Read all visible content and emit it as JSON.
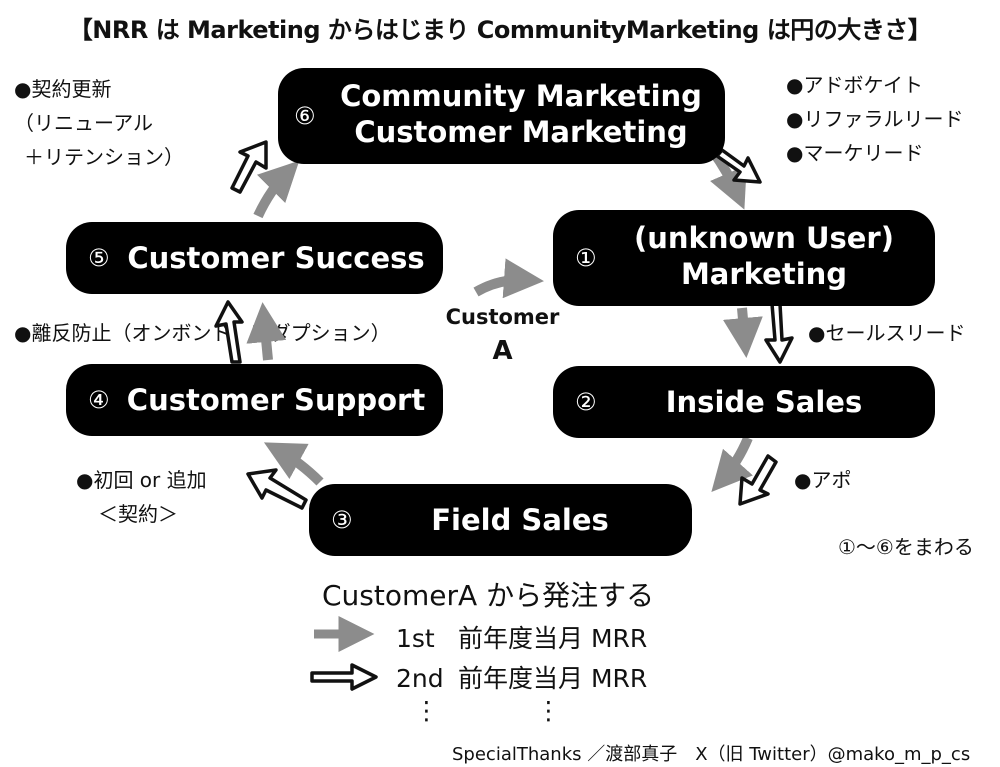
{
  "title": "【NRR は Marketing からはじまり CommunityMarketing は円の大きさ】",
  "nodes": {
    "n6": {
      "num": "⑥",
      "line1": "Community Marketing",
      "line2": "Customer Marketing"
    },
    "n1": {
      "num": "①",
      "line1": "(unknown User)",
      "line2": "Marketing"
    },
    "n2": {
      "num": "②",
      "label": "Inside Sales"
    },
    "n3": {
      "num": "③",
      "label": "Field Sales"
    },
    "n4": {
      "num": "④",
      "label": "Customer Support"
    },
    "n5": {
      "num": "⑤",
      "label": "Customer Success"
    }
  },
  "notes": {
    "renewal": [
      "●契約更新",
      "（リニューアル",
      "＋リテンション）"
    ],
    "advocate": [
      "●アドボケイト",
      "●リファラルリード",
      "●マーケリード"
    ],
    "sales_lead": "●セールスリード",
    "churn": "●離反防止（オンボンド、アダプション）",
    "appointment": "●アポ",
    "contract": [
      "●初回 or 追加",
      "＜契約＞"
    ],
    "cycle": "①〜⑥をまわる"
  },
  "center": {
    "line1": "Customer",
    "line2": "A"
  },
  "legend": {
    "heading": "CustomerA から発注する",
    "rows": [
      {
        "order": "1st",
        "text": "前年度当月 MRR",
        "arrow": "gray"
      },
      {
        "order": "2nd",
        "text": "前年度当月 MRR",
        "arrow": "outline"
      }
    ],
    "dots": "⋮"
  },
  "credit": "SpecialThanks ／渡部真子　X（旧 Twitter）@mako_m_p_cs",
  "colors": {
    "node_bg": "#000000",
    "node_text": "#ffffff",
    "gray_arrow": "#8c8c8c",
    "background": "#ffffff"
  }
}
